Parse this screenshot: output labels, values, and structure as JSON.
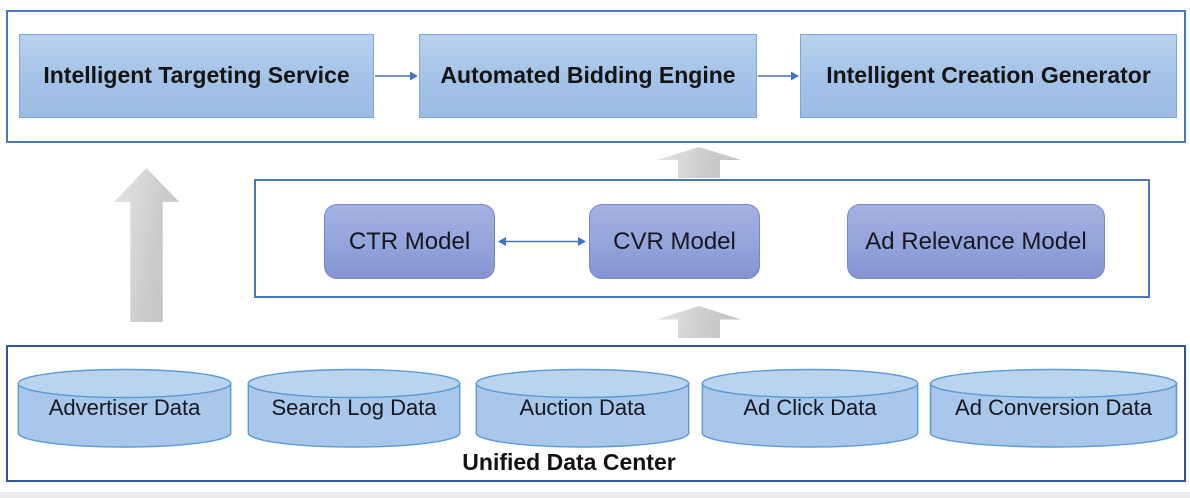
{
  "diagram": {
    "service_layer": {
      "items": [
        "Intelligent Targeting Service",
        "Automated Bidding Engine",
        "Intelligent Creation Generator"
      ]
    },
    "model_layer": {
      "items": [
        "CTR Model",
        "CVR Model",
        "Ad Relevance Model"
      ]
    },
    "data_layer": {
      "title": "Unified Data Center",
      "stores": [
        "Advertiser Data",
        "Search Log Data",
        "Auction Data",
        "Ad Click Data",
        "Ad Conversion Data"
      ]
    },
    "colors": {
      "container_border_blue": "#4A79C0",
      "data_container_border": "#2F5596",
      "service_box_fill": "#A3C2E7",
      "model_box_fill": "#93A4DB",
      "cylinder_fill": "#A8C7EA",
      "cylinder_stroke": "#5B9BD5",
      "connector_blue": "#4472C4",
      "arrow_gray": "#CFCFCF"
    }
  }
}
